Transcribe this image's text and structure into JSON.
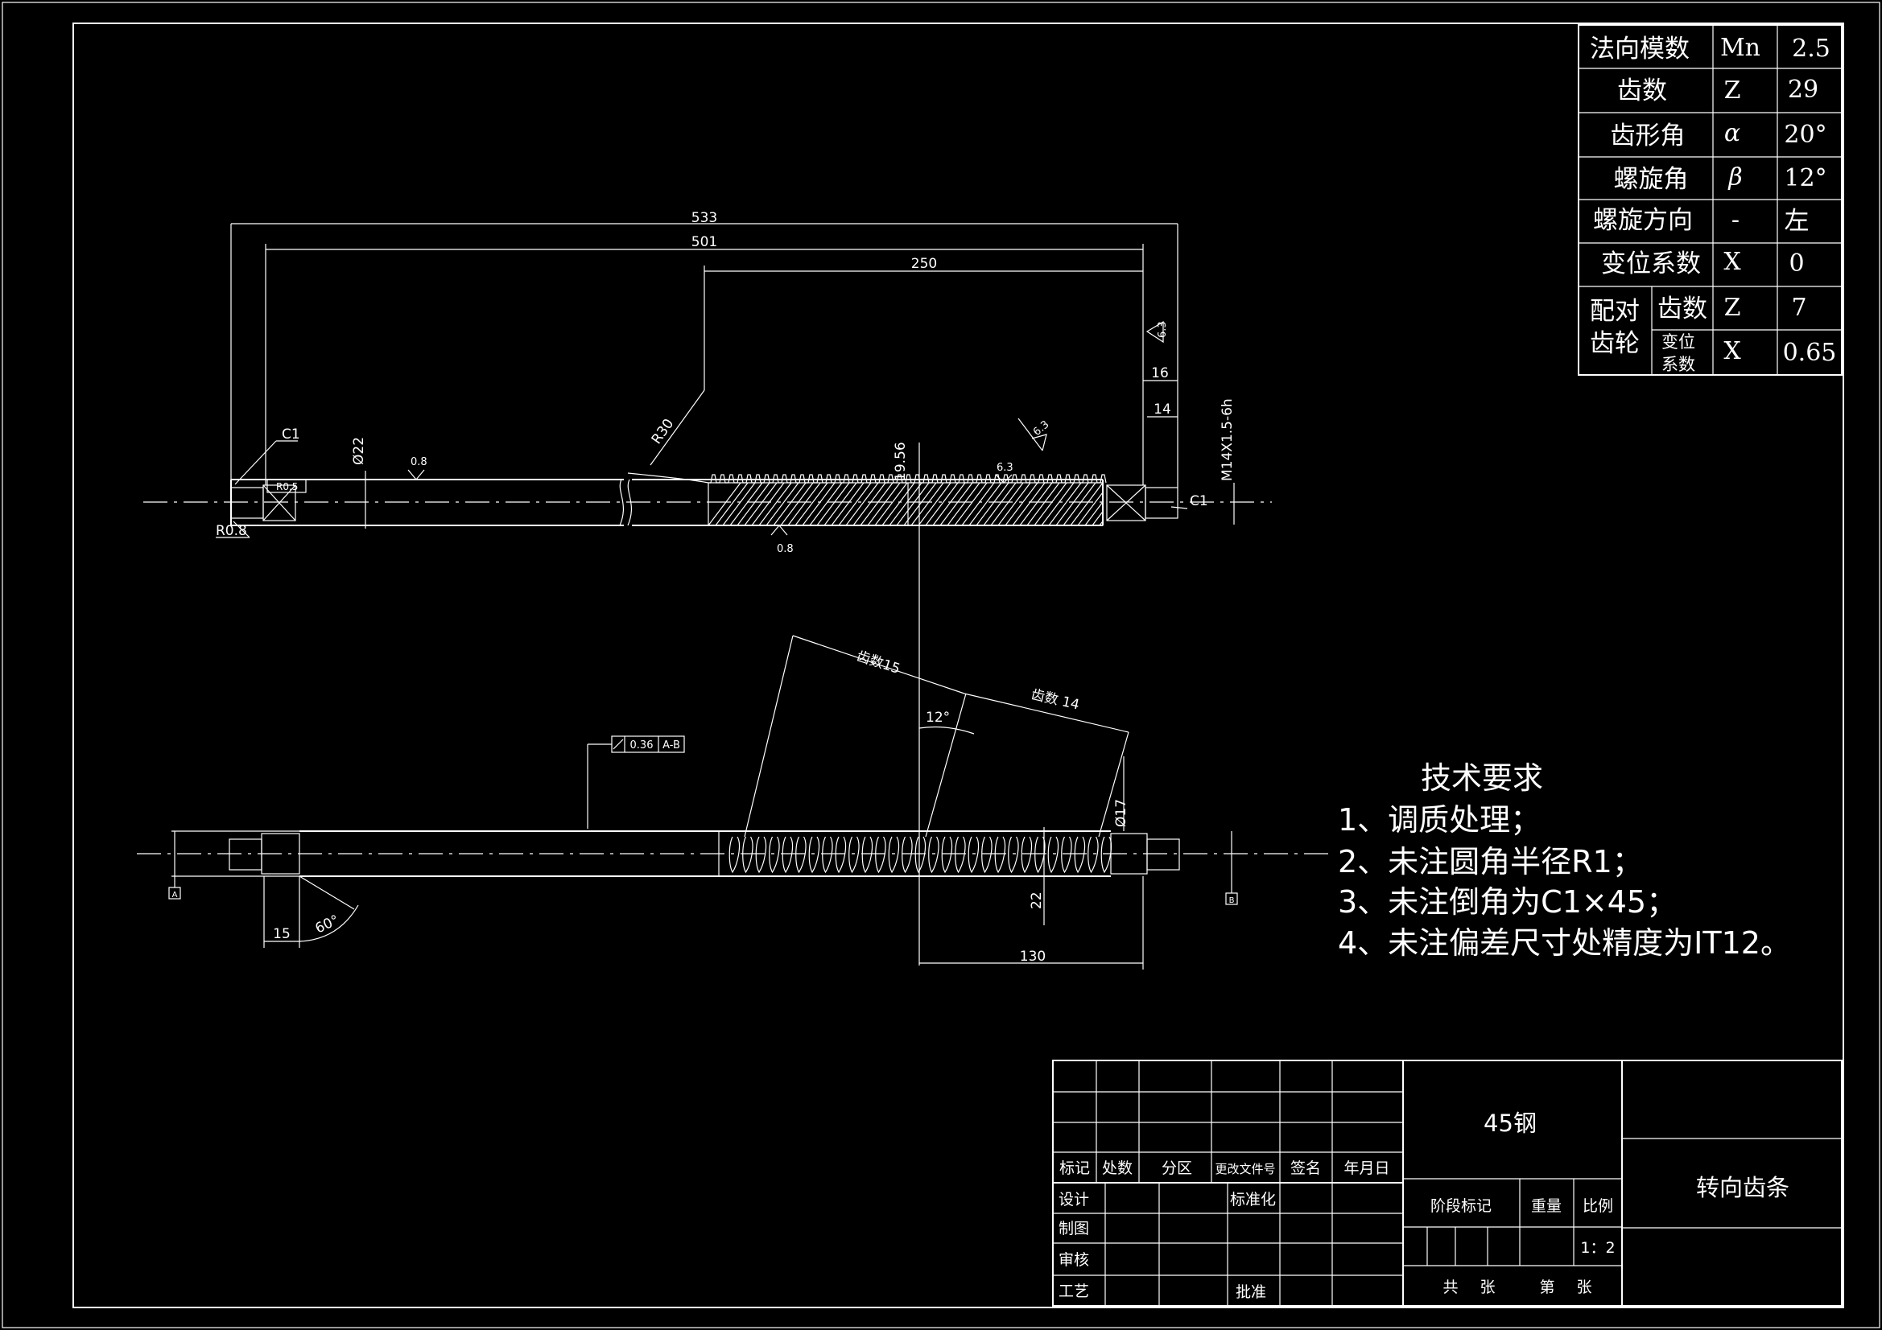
{
  "param_table": {
    "rows": [
      {
        "name": "法向模数",
        "symbol": "Mn",
        "value": "2.5"
      },
      {
        "name": "齿数",
        "symbol": "Z",
        "value": "29"
      },
      {
        "name": "齿形角",
        "symbol": "α",
        "value": "20°"
      },
      {
        "name": "螺旋角",
        "symbol": "β",
        "value": "12°"
      },
      {
        "name": "螺旋方向",
        "symbol": "-",
        "value": "左"
      },
      {
        "name": "变位系数",
        "symbol": "X",
        "value": "0"
      }
    ],
    "mate": {
      "label_line1": "配对",
      "label_line2": "齿轮",
      "teeth_label": "齿数",
      "teeth_symbol": "Z",
      "teeth_value": "7",
      "shift_label_line1": "变位",
      "shift_label_line2": "系数",
      "shift_symbol": "X",
      "shift_value": "0.65"
    }
  },
  "front_view": {
    "dims": {
      "total": "533",
      "shaft": "501",
      "rack": "250",
      "end": "16",
      "thread_len": "14",
      "thread": "M14X1.5-6h",
      "diameter": "Ø22",
      "rack_height": "19.56",
      "radius": "R30",
      "chamfer_left": "C1",
      "chamfer_right": "C1",
      "r_small": "R0.5",
      "r_left": "R0.8",
      "rough_1": "0.8",
      "rough_2": "0.8",
      "rough_3": "6.3",
      "rough_4": "6.3",
      "rough_5": "6.3"
    }
  },
  "bottom_view": {
    "dims": {
      "teeth_15": "齿数15",
      "teeth_14": "齿数 14",
      "angle_12": "12°",
      "tolerance_value": "0.36",
      "tolerance_datum": "A-B",
      "dia_17": "Ø17",
      "dim_22": "22",
      "dim_130": "130",
      "dim_15": "15",
      "angle_60": "60°",
      "datum_a": "A",
      "datum_b": "B"
    }
  },
  "requirements": {
    "title": "技术要求",
    "items": [
      "1、调质处理；",
      "2、未注圆角半径R1；",
      "3、未注倒角为C1×45；",
      "4、未注偏差尺寸处精度为IT12。"
    ]
  },
  "title_block": {
    "material": "45钢",
    "part_name": "转向齿条",
    "headers": [
      "标记",
      "处数",
      "分区",
      "更改文件号",
      "签名",
      "年月日"
    ],
    "design": "设计",
    "standardize": "标准化",
    "draw": "制图",
    "review": "审核",
    "process": "工艺",
    "approve": "批准",
    "stage": "阶段标记",
    "weight": "重量",
    "scale_label": "比例",
    "scale": "1：2",
    "sheets_total": "共",
    "sheets_unit": "张",
    "sheet_no": "第",
    "sheet_unit2": "张"
  }
}
